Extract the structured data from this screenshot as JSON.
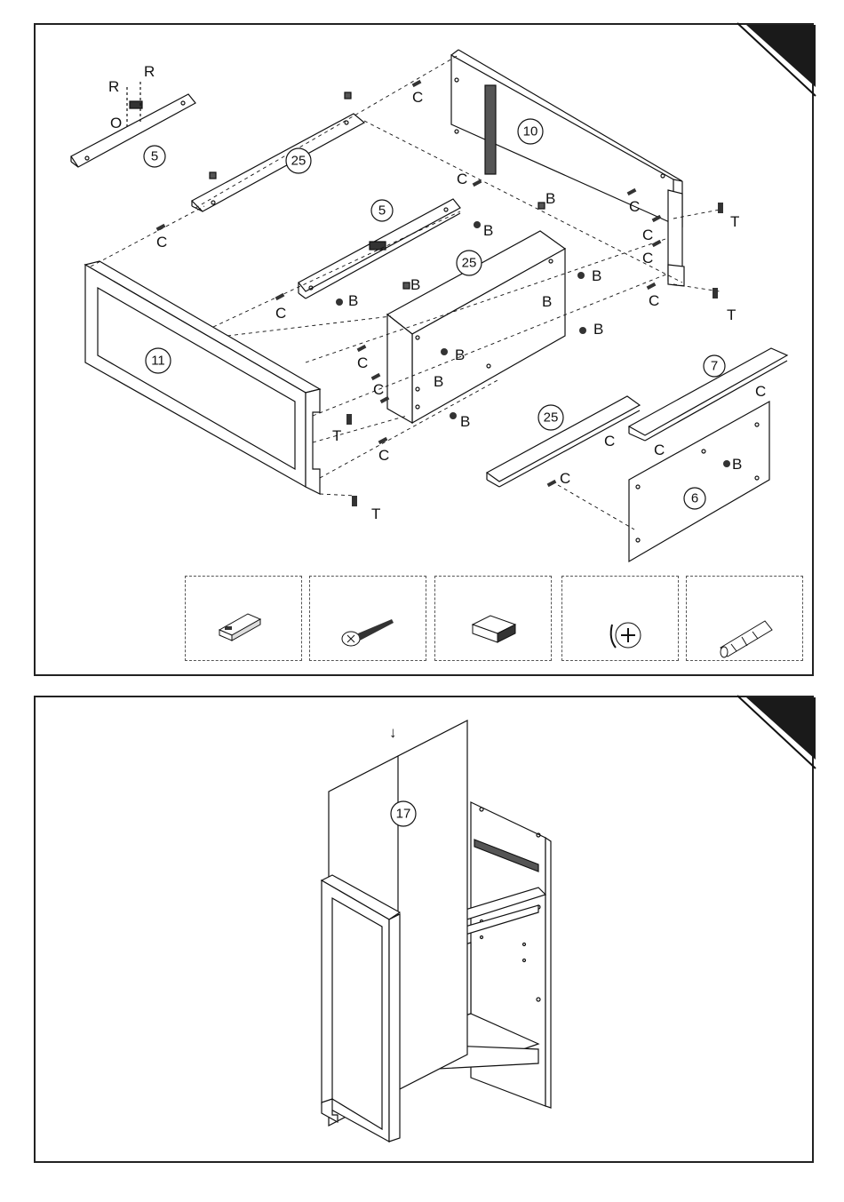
{
  "step1": {
    "part_numbers": {
      "p5_top": "5",
      "p25_top": "25",
      "p10": "10",
      "p5_mid": "5",
      "p25_mid": "25",
      "p11": "11",
      "p7": "7",
      "p25_low": "25",
      "p6": "6"
    },
    "letters": {
      "R1": "R",
      "R2": "R",
      "O": "O",
      "C": "C",
      "B": "B",
      "T": "T"
    },
    "hardware": [
      {
        "icon": "magnetic-catch-icon"
      },
      {
        "icon": "screw-icon"
      },
      {
        "icon": "bumper-pad-icon"
      },
      {
        "icon": "cam-lock-icon"
      },
      {
        "icon": "wooden-dowel-icon"
      }
    ]
  },
  "step2": {
    "part_numbers": {
      "p17": "17"
    },
    "arrow": "↓"
  },
  "colors": {
    "line": "#111111",
    "corner_tab": "#1a1a1a",
    "panel_fill": "#ffffff"
  }
}
